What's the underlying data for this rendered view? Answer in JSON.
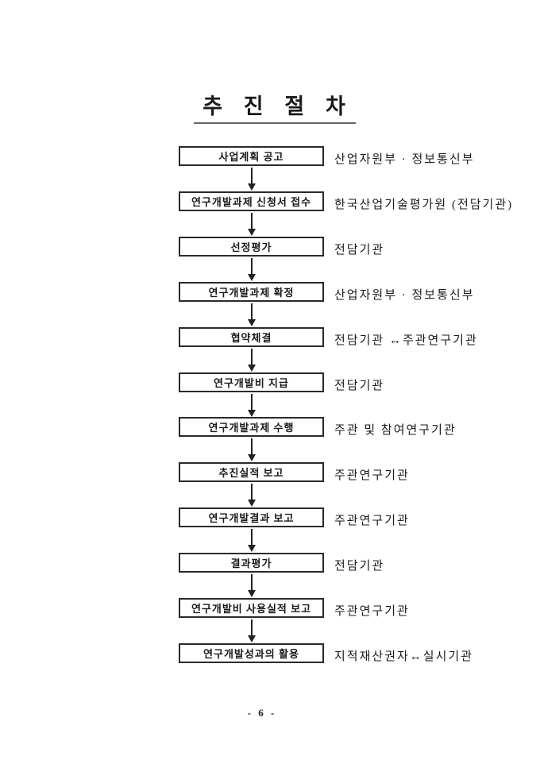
{
  "page": {
    "title": "추 진 절 차",
    "page_number": "- 6 -"
  },
  "flowchart": {
    "steps": [
      {
        "box": "사업계획 공고",
        "agency": "산업자원부 · 정보통신부"
      },
      {
        "box": "연구개발과제 신청서 접수",
        "agency": "한국산업기술평가원 (전담기관)"
      },
      {
        "box": "선정평가",
        "agency": "전담기관"
      },
      {
        "box": "연구개발과제 확정",
        "agency": "산업자원부 · 정보통신부"
      },
      {
        "box": "협약체결",
        "agency": "전담기관 ↔주관연구기관"
      },
      {
        "box": "연구개발비 지급",
        "agency": "전담기관"
      },
      {
        "box": "연구개발과제 수행",
        "agency": "주관 및 참여연구기관"
      },
      {
        "box": "추진실적 보고",
        "agency": "주관연구기관"
      },
      {
        "box": "연구개발결과 보고",
        "agency": "주관연구기관"
      },
      {
        "box": "결과평가",
        "agency": "전담기관"
      },
      {
        "box": "연구개발비 사용실적 보고",
        "agency": "주관연구기관"
      },
      {
        "box": "연구개발성과의 활용",
        "agency": "지적재산권자↔실시기관"
      }
    ]
  },
  "colors": {
    "ink": "#1a1a1a",
    "paper": "#ffffff",
    "box_border": "#2a2a2a",
    "title_rule": "#666666"
  }
}
